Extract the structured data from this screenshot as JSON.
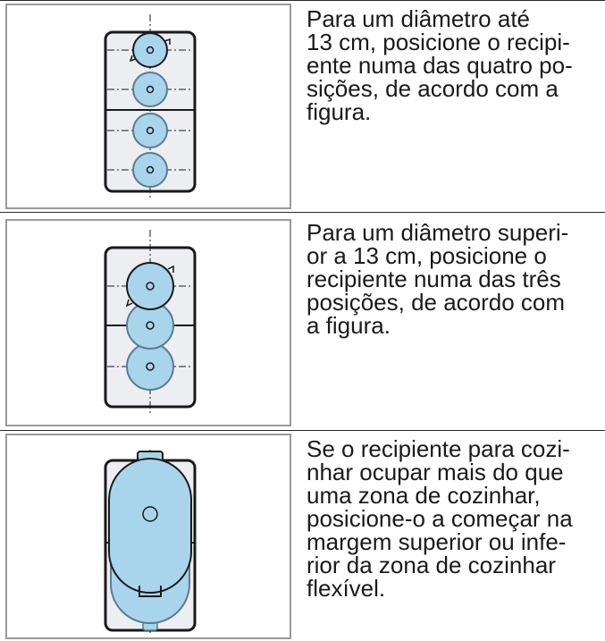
{
  "sections": [
    {
      "text": "Para um diâmetro até\n13 cm, posicione o recipi-\nente numa das quatro po-\nsições, de acordo com a\nfigura."
    },
    {
      "text": "Para um diâmetro superi-\nor a 13 cm, posicione o\nrecipiente numa das três\nposições, de acordo com\na figura."
    },
    {
      "text": "Se o recipiente para cozi-\nnhar ocupar mais do que\numa zona de cozinhar,\nposicione-o a começar na\nmargem superior ou infe-\nrior da zona de cozinhar\nflexível."
    }
  ],
  "colors": {
    "pot_fill": "#a8d4ec",
    "pot_stroke": "#5b7c92",
    "zone_fill": "#eceef2",
    "outline": "#1a1a1a"
  }
}
